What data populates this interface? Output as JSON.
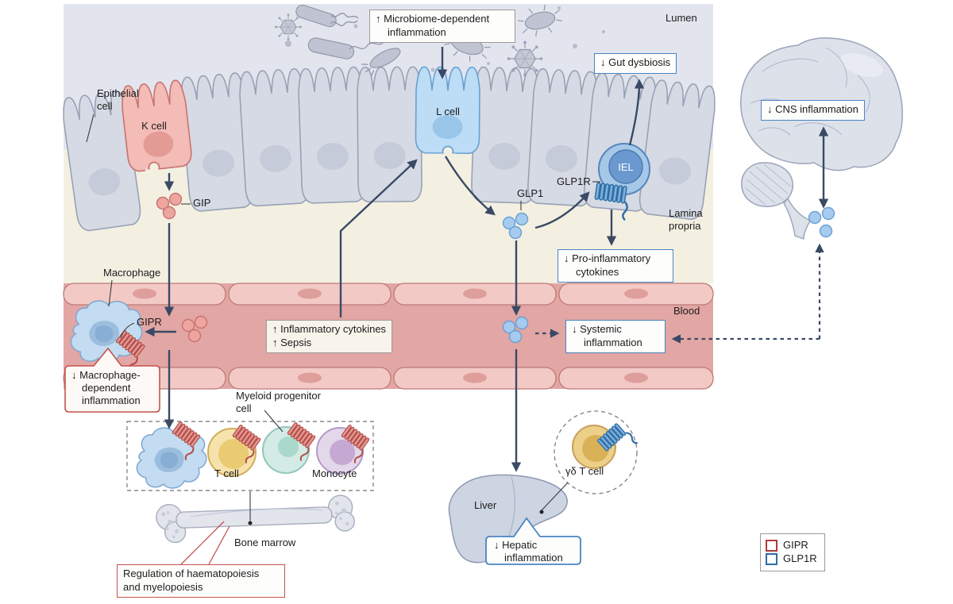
{
  "figure": {
    "regions": {
      "lumen": "Lumen",
      "lamina_propria": "Lamina propria",
      "blood": "Blood"
    },
    "epithelium": {
      "epithelial_cell": "Epithelial cell",
      "k_cell": "K cell",
      "l_cell": "L cell",
      "iel": "IEL"
    },
    "hormones": {
      "gip": "GIP",
      "glp1": "GLP1"
    },
    "receptor_labels": {
      "gipr": "GIPR",
      "glp1r": "GLP1R"
    },
    "immune_cells": {
      "macrophage": "Macrophage",
      "myeloid_progenitor": "Myeloid progenitor cell",
      "t_cell": "T cell",
      "monocyte": "Monocyte",
      "gamma_delta_t_cell": "γδ T cell"
    },
    "organs": {
      "liver": "Liver",
      "bone_marrow": "Bone marrow"
    },
    "callouts": {
      "microbiome_inflammation": "↑ Microbiome-dependent inflammation",
      "gut_dysbiosis": "↓ Gut dysbiosis",
      "cns_inflammation": "↓ CNS inflammation",
      "pro_inflammatory_cytokines": "↓ Pro-inflammatory cytokines",
      "inflammatory_cytokines": "↑ Inflammatory cytokines",
      "sepsis": "↑ Sepsis",
      "systemic_inflammation": "↓ Systemic inflammation",
      "macrophage_dependent_inflammation": "↓ Macrophage-dependent inflammation",
      "hepatic_inflammation": "↓ Hepatic inflammation",
      "haematopoiesis_regulation": "Regulation of haematopoiesis and myelopoiesis"
    },
    "legend": {
      "items": [
        {
          "label": "GIPR",
          "color": "#b23b38"
        },
        {
          "label": "GLP1R",
          "color": "#2e6da4"
        }
      ]
    },
    "colors": {
      "arrow": "#3a4a64",
      "callout_blue": "#4a85c2",
      "callout_red": "#c4524e",
      "lumen_bg": "#e3e5ee",
      "lamina_bg": "#f3f0e2",
      "blood_bg": "#e2a6a4",
      "gip_dot": "#eda5a0",
      "glp1_dot": "#a6cbee"
    }
  }
}
